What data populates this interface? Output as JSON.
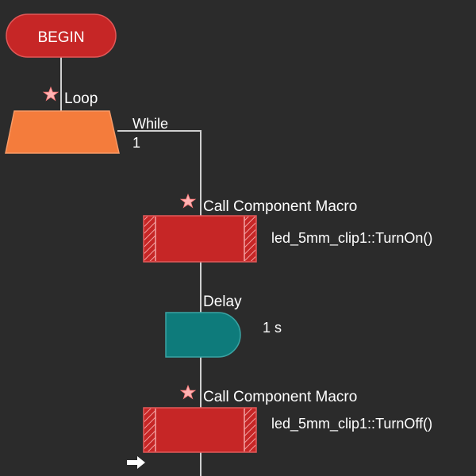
{
  "flowchart": {
    "begin": {
      "label": "BEGIN",
      "color": "#c62626"
    },
    "loop": {
      "label": "Loop",
      "condition_keyword": "While",
      "condition_value": "1",
      "color": "#f47c3c"
    },
    "call1": {
      "label": "Call Component Macro",
      "macro": "led_5mm_clip1::TurnOn()",
      "color": "#c62626"
    },
    "delay": {
      "label": "Delay",
      "value": "1 s",
      "color": "#0e7b7b"
    },
    "call2": {
      "label": "Call Component Macro",
      "macro": "led_5mm_clip1::TurnOff()",
      "color": "#c62626"
    }
  },
  "colors": {
    "background": "#2b2b2b",
    "line": "#cfcfcf",
    "text": "#ffffff",
    "breakpoint_star": "#ffb3b3"
  },
  "icons": {
    "breakpoint": "star-icon",
    "cursor": "arrow-right-icon"
  }
}
